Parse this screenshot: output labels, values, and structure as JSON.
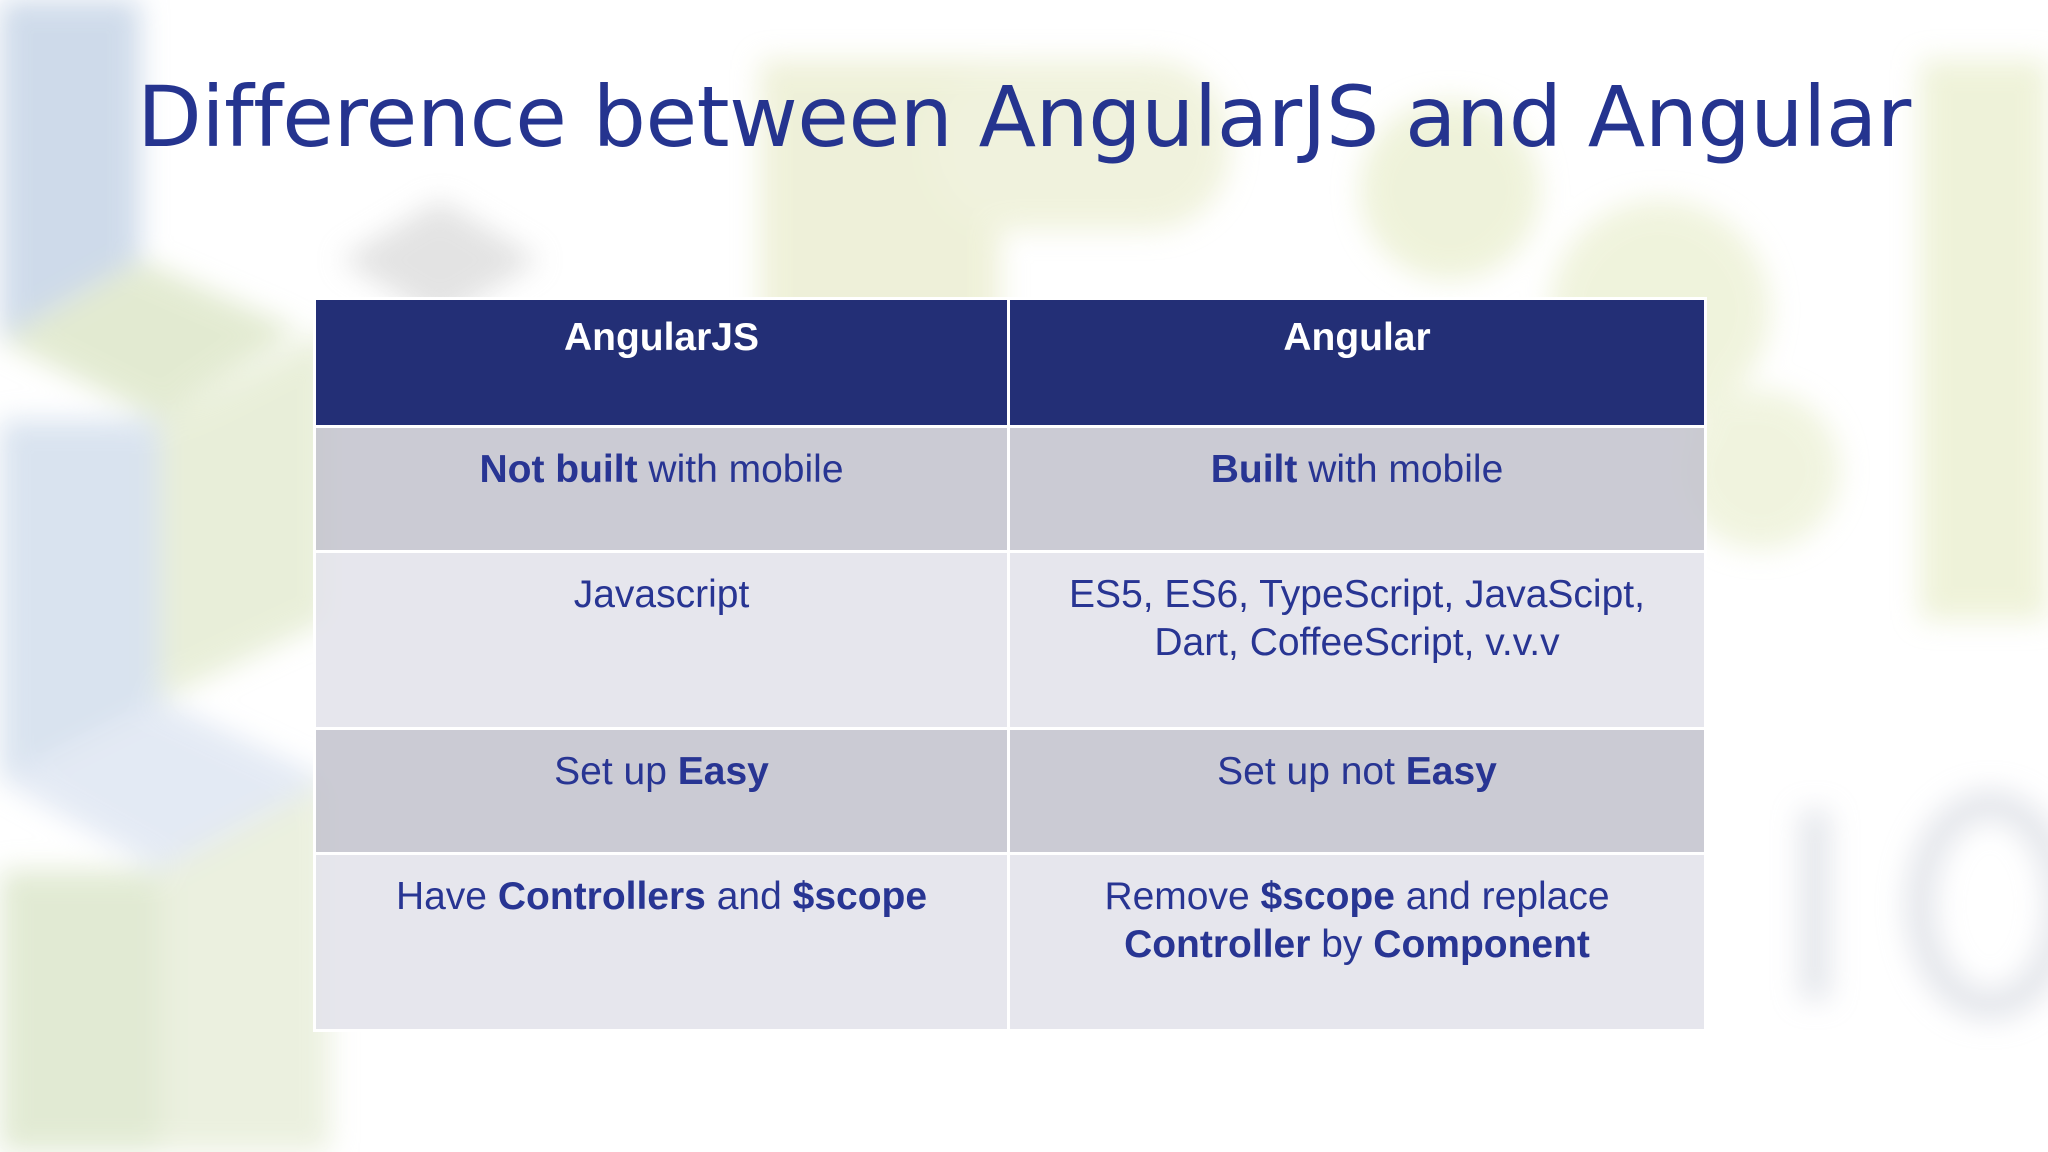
{
  "slide": {
    "title": "Difference between AngularJS and Angular"
  },
  "table": {
    "headers": [
      "AngularJS",
      "Angular"
    ],
    "rows": [
      {
        "angularjs": [
          {
            "text": "Not built",
            "bold": true
          },
          {
            "text": " with mobile",
            "bold": false
          }
        ],
        "angular": [
          {
            "text": "Built",
            "bold": true
          },
          {
            "text": " with mobile",
            "bold": false
          }
        ]
      },
      {
        "angularjs": [
          {
            "text": "Javascript",
            "bold": false
          }
        ],
        "angular": [
          {
            "text": "ES5, ES6, TypeScript, JavaScipt,",
            "bold": false
          },
          {
            "text": "Dart, CoffeeScript, v.v.v",
            "bold": false,
            "newline": true
          }
        ]
      },
      {
        "angularjs": [
          {
            "text": "Set up ",
            "bold": false
          },
          {
            "text": "Easy",
            "bold": true
          }
        ],
        "angular": [
          {
            "text": "Set up not ",
            "bold": false
          },
          {
            "text": "Easy",
            "bold": true
          }
        ]
      },
      {
        "angularjs": [
          {
            "text": "Have ",
            "bold": false
          },
          {
            "text": "Controllers",
            "bold": true
          },
          {
            "text": " and ",
            "bold": false
          },
          {
            "text": "$scope",
            "bold": true
          }
        ],
        "angular": [
          {
            "text": "Remove ",
            "bold": false
          },
          {
            "text": "$scope",
            "bold": true
          },
          {
            "text": " and replace",
            "bold": false
          },
          {
            "text": "Controller",
            "bold": true,
            "newline": true
          },
          {
            "text": " by ",
            "bold": false
          },
          {
            "text": "Component",
            "bold": true
          }
        ]
      }
    ]
  },
  "colors": {
    "title": "#25348f",
    "header_bg": "#232f76",
    "header_text": "#ffffff",
    "row_dark": "#c4c4ce",
    "row_light": "#e2e3ea",
    "cell_text": "#283593"
  }
}
